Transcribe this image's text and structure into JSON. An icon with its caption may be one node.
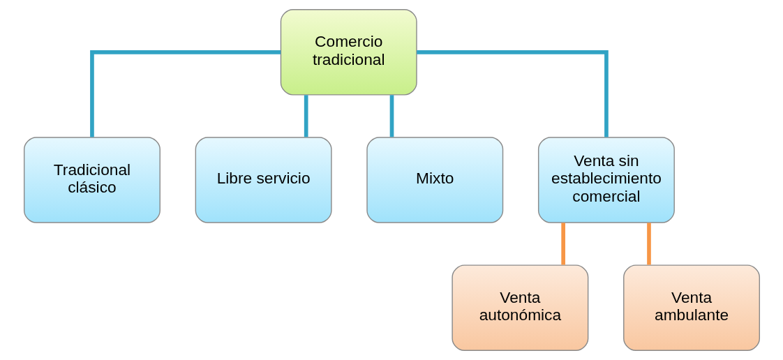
{
  "diagram": {
    "nodes": [
      {
        "text": [
          "Comercio tradicional"
        ]
      },
      {
        "text": [
          "Tradicional clásico"
        ]
      },
      {
        "text": [
          "Libre servicio"
        ]
      },
      {
        "text": [
          "Mixto"
        ]
      },
      {
        "text": [
          "Venta sin establecimiento comercial"
        ]
      },
      {
        "text": [
          "Venta autonómica"
        ]
      },
      {
        "text": [
          "Venta ambulante"
        ]
      }
    ],
    "edges": [
      {
        "from": 0,
        "to": 1,
        "arrow": "none"
      },
      {
        "from": 0,
        "to": 2,
        "arrow": "none"
      },
      {
        "from": 0,
        "to": 3,
        "arrow": "none"
      },
      {
        "from": 0,
        "to": 4,
        "arrow": "none"
      },
      {
        "from": 4,
        "to": 5,
        "arrow": "none",
        "color": "#f79646"
      },
      {
        "from": 4,
        "to": 6,
        "arrow": "none",
        "color": "#f79646"
      }
    ]
  }
}
